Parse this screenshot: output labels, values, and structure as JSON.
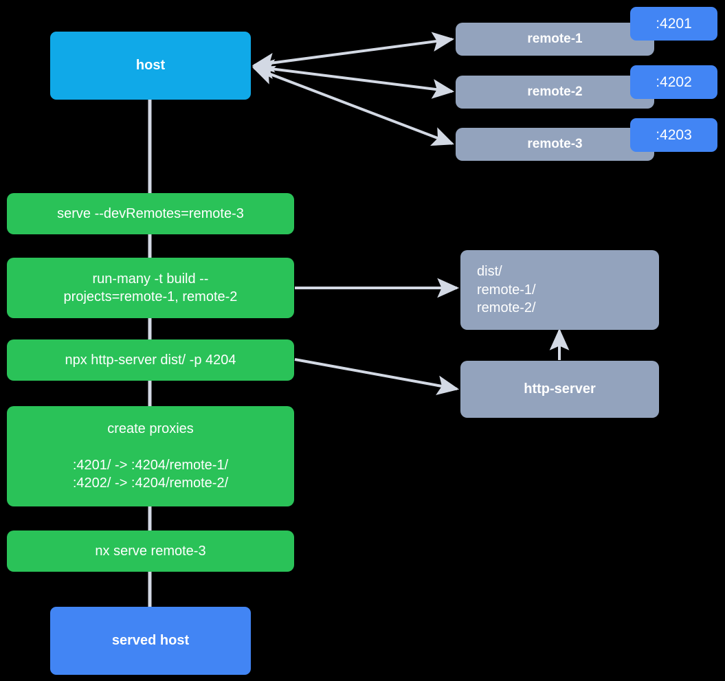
{
  "diagram": {
    "title": "Nx module federation host and remotes serve flow",
    "background": "#000000",
    "colors": {
      "host": "#10a9e8",
      "served_host": "#4285f4",
      "remote": "#93a3bd",
      "command": "#2ac258",
      "badge": "#4285f4",
      "connector": "#d3d9e4",
      "text": "#ffffff"
    }
  },
  "nodes": {
    "host": {
      "label": "host"
    },
    "served_host": {
      "label": "served host"
    },
    "remotes": [
      {
        "label": "remote-1",
        "port": ":4201"
      },
      {
        "label": "remote-2",
        "port": ":4202"
      },
      {
        "label": "remote-3",
        "port": ":4203"
      }
    ],
    "commands": [
      {
        "id": "serve-devremotes",
        "label": "serve --devRemotes=remote-3"
      },
      {
        "id": "run-many",
        "label": "run-many -t build --\nprojects=remote-1, remote-2"
      },
      {
        "id": "npx-http-server",
        "label": "npx http-server dist/ -p 4204"
      },
      {
        "id": "create-proxies",
        "label": "create proxies\n\n:4201/ -> :4204/remote-1/\n:4202/ -> :4204/remote-2/"
      },
      {
        "id": "nx-serve-remote3",
        "label": "nx serve remote-3"
      }
    ],
    "artifacts": [
      {
        "id": "dist-folder",
        "label": "dist/\n    remote-1/\n    remote-2/"
      }
    ],
    "services": [
      {
        "id": "http-server",
        "label": "http-server"
      }
    ]
  },
  "edges": [
    {
      "from": "host",
      "to": "remote-1",
      "arrow": "both"
    },
    {
      "from": "host",
      "to": "remote-2",
      "arrow": "both"
    },
    {
      "from": "host",
      "to": "remote-3",
      "arrow": "both"
    },
    {
      "from": "run-many",
      "to": "dist-folder",
      "arrow": "end"
    },
    {
      "from": "npx-http-server",
      "to": "http-server",
      "arrow": "end"
    },
    {
      "from": "http-server",
      "to": "dist-folder",
      "arrow": "end"
    },
    {
      "from": "host",
      "to": "served-host",
      "arrow": "none",
      "style": "spine"
    }
  ]
}
